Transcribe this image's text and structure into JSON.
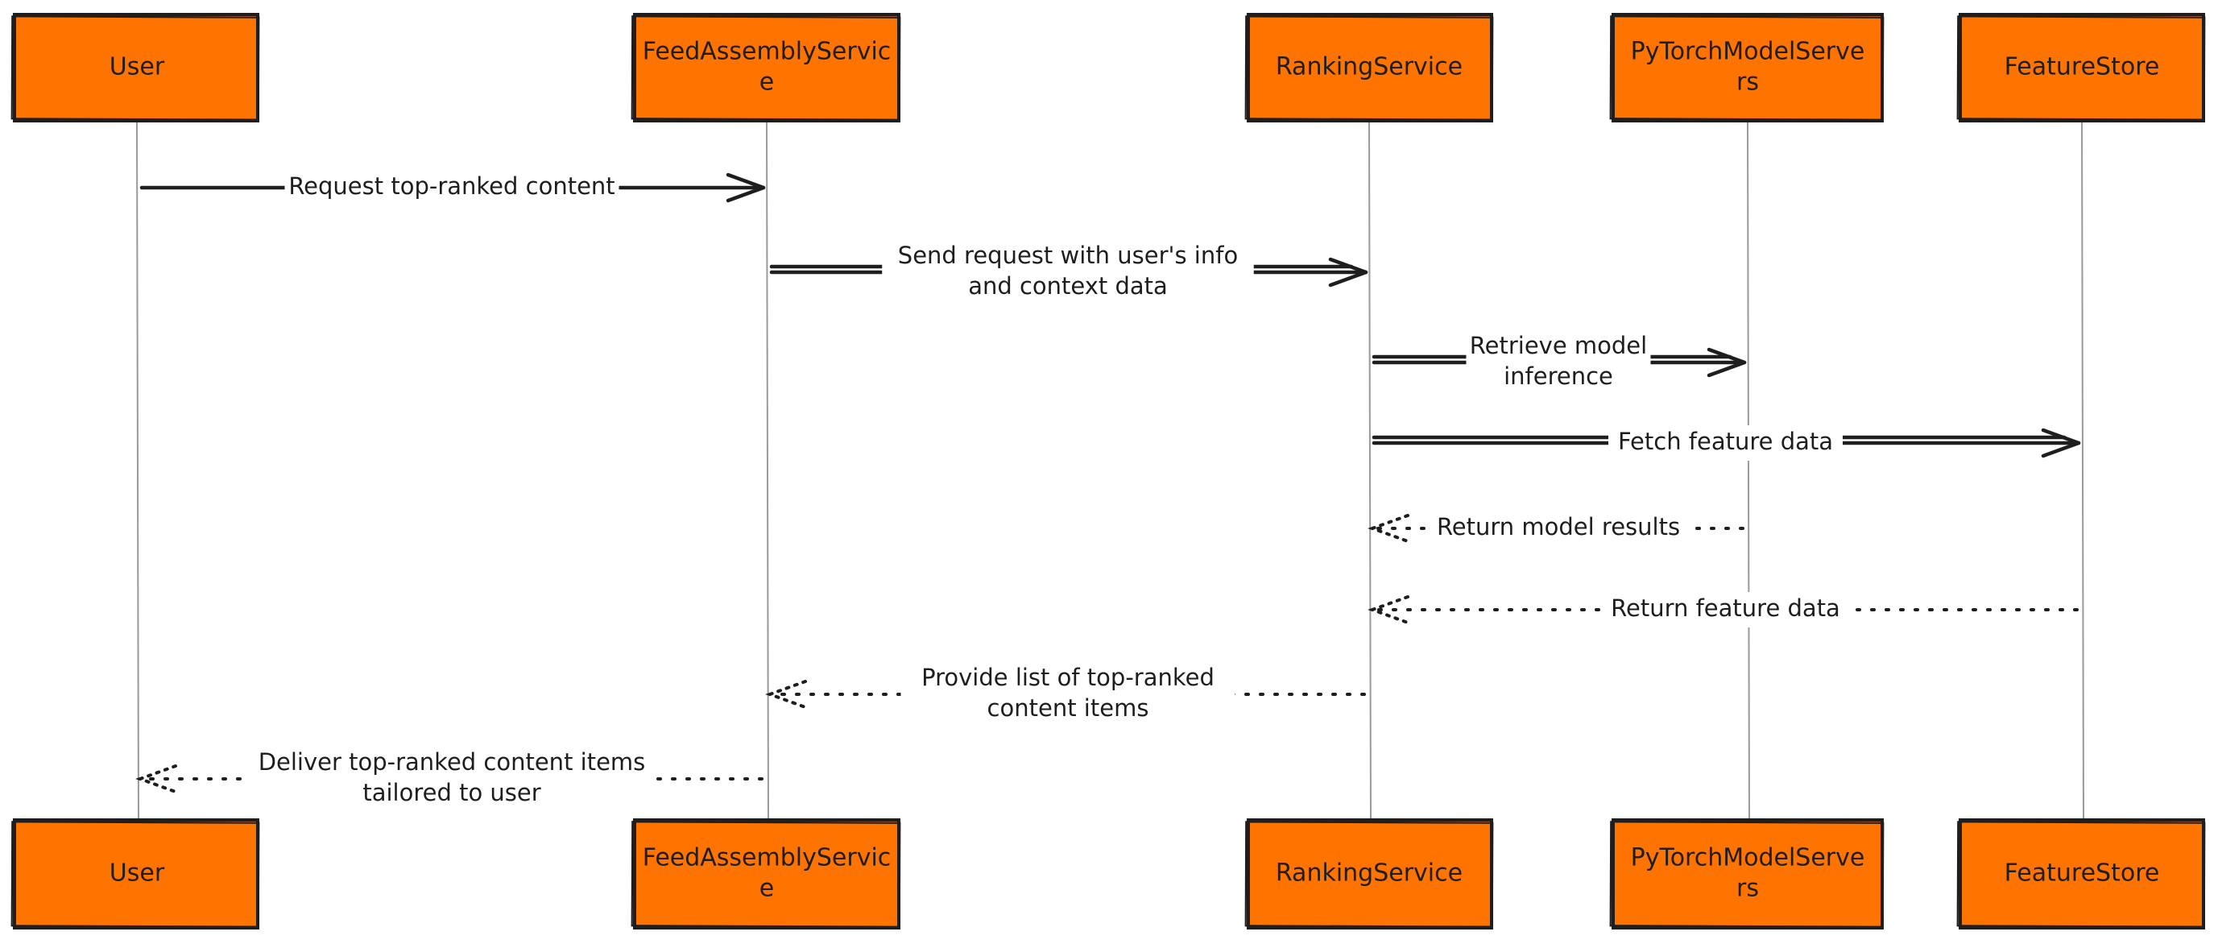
{
  "colors": {
    "actor_fill": "#ff7300",
    "stroke": "#1e1e1e",
    "lifeline": "#9a9a9a",
    "background": "#ffffff"
  },
  "actors": [
    {
      "id": "user",
      "lines": [
        "User"
      ]
    },
    {
      "id": "feed",
      "lines": [
        "FeedAssemblyServic",
        "e"
      ]
    },
    {
      "id": "ranking",
      "lines": [
        "RankingService"
      ]
    },
    {
      "id": "pytorch",
      "lines": [
        "PyTorchModelServe",
        "rs"
      ]
    },
    {
      "id": "feature",
      "lines": [
        "FeatureStore"
      ]
    }
  ],
  "messages": [
    {
      "from": "user",
      "to": "feed",
      "style": "solid-thick",
      "lines": [
        "Request top-ranked content"
      ]
    },
    {
      "from": "feed",
      "to": "ranking",
      "style": "solid-double",
      "lines": [
        "Send request with user's info",
        "and context data"
      ]
    },
    {
      "from": "ranking",
      "to": "pytorch",
      "style": "solid-double",
      "lines": [
        "Retrieve model",
        "inference"
      ]
    },
    {
      "from": "ranking",
      "to": "feature",
      "style": "solid-double",
      "lines": [
        "Fetch feature data"
      ]
    },
    {
      "from": "pytorch",
      "to": "ranking",
      "style": "dotted",
      "lines": [
        "Return model results"
      ]
    },
    {
      "from": "feature",
      "to": "ranking",
      "style": "dotted",
      "lines": [
        "Return feature data"
      ]
    },
    {
      "from": "ranking",
      "to": "feed",
      "style": "dotted",
      "lines": [
        "Provide list of top-ranked",
        "content items"
      ]
    },
    {
      "from": "feed",
      "to": "user",
      "style": "dotted",
      "lines": [
        "Deliver top-ranked content items",
        "tailored to user"
      ]
    }
  ]
}
